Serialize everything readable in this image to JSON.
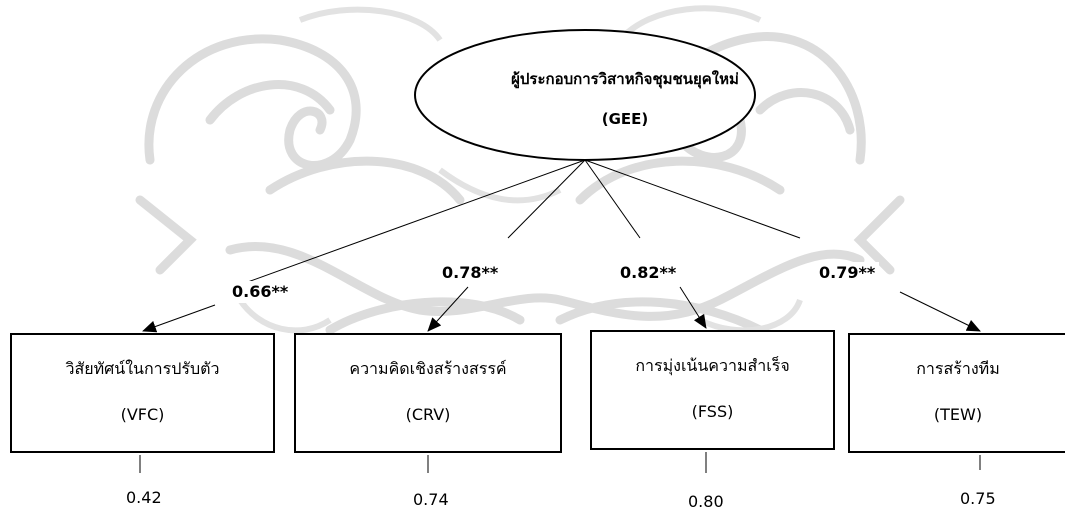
{
  "latent": {
    "title": "ผู้ประกอบการวิสาหกิจชุมชนยุคใหม่",
    "code": "(GEE)"
  },
  "indicators": [
    {
      "name": "วิสัยทัศน์ในการปรับตัว",
      "code": "(VFC)",
      "loading": "0.66**",
      "error": "0.42"
    },
    {
      "name": "ความคิดเชิงสร้างสรรค์",
      "code": "(CRV)",
      "loading": "0.78**",
      "error": "0.74"
    },
    {
      "name": "การมุ่งเน้นความสำเร็จ",
      "code": "(FSS)",
      "loading": "0.82**",
      "error": "0.80"
    },
    {
      "name": "การสร้างทีม",
      "code": "(TEW)",
      "loading": "0.79**",
      "error": "0.75"
    }
  ],
  "colors": {
    "line": "#000000",
    "watermark": "#d9d9d9"
  }
}
